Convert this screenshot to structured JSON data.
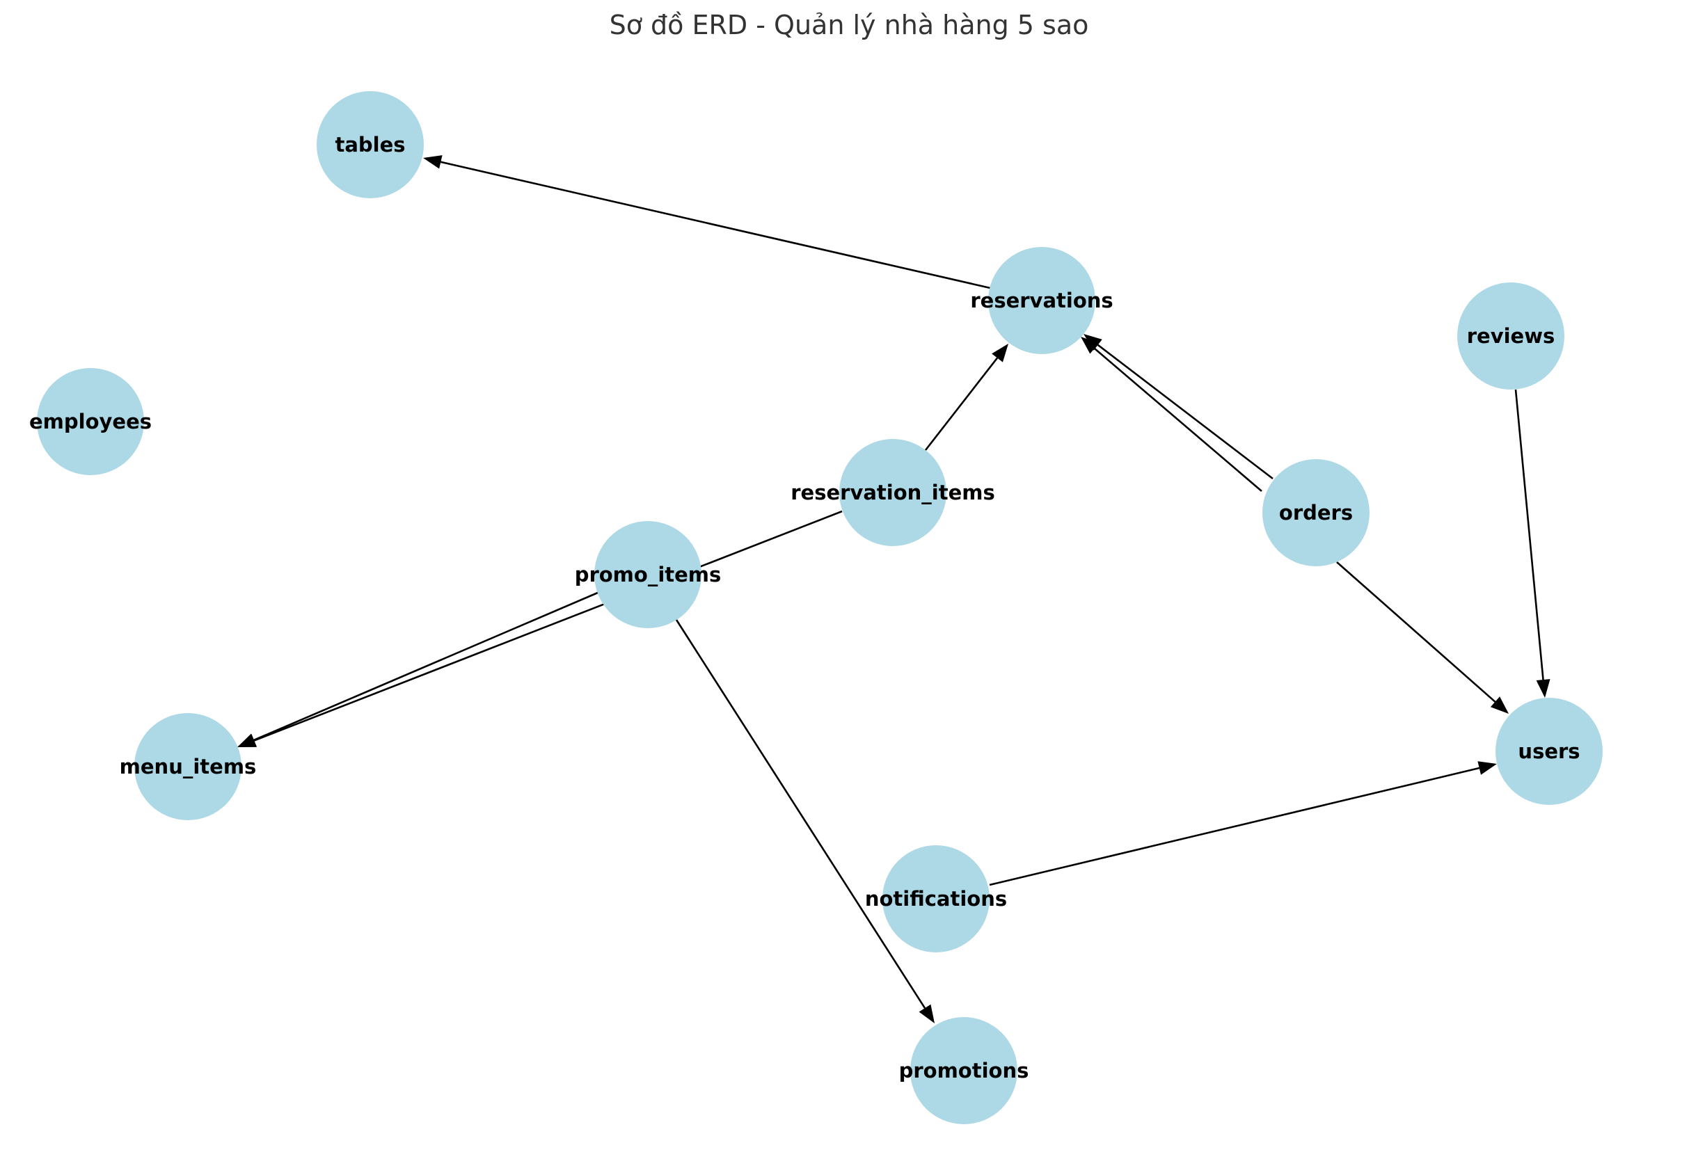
{
  "title": "Sơ đồ ERD - Quản lý nhà hàng 5 sao",
  "colors": {
    "node_fill": "#add8e6",
    "edge": "#000000",
    "label": "#000000",
    "title": "#333333",
    "background": "#ffffff"
  },
  "nodes": [
    {
      "id": "tables",
      "label": "tables"
    },
    {
      "id": "reservations",
      "label": "reservations"
    },
    {
      "id": "reviews",
      "label": "reviews"
    },
    {
      "id": "employees",
      "label": "employees"
    },
    {
      "id": "reservation_items",
      "label": "reservation_items"
    },
    {
      "id": "orders",
      "label": "orders"
    },
    {
      "id": "promo_items",
      "label": "promo_items"
    },
    {
      "id": "users",
      "label": "users"
    },
    {
      "id": "menu_items",
      "label": "menu_items"
    },
    {
      "id": "notifications",
      "label": "notifications"
    },
    {
      "id": "promotions",
      "label": "promotions"
    }
  ],
  "edges": [
    {
      "from": "reservations",
      "to": "tables",
      "arrow": true
    },
    {
      "from": "reservation_items",
      "to": "reservations",
      "arrow": true
    },
    {
      "from": "orders",
      "to": "reservations",
      "arrow": true
    },
    {
      "from": "orders",
      "to": "reservations",
      "arrow": true
    },
    {
      "from": "orders",
      "to": "users",
      "arrow": true
    },
    {
      "from": "reviews",
      "to": "users",
      "arrow": true
    },
    {
      "from": "notifications",
      "to": "users",
      "arrow": true
    },
    {
      "from": "reservation_items",
      "to": "menu_items",
      "arrow": true
    },
    {
      "from": "promo_items",
      "to": "menu_items",
      "arrow": true
    },
    {
      "from": "promo_items",
      "to": "promotions",
      "arrow": true
    }
  ]
}
